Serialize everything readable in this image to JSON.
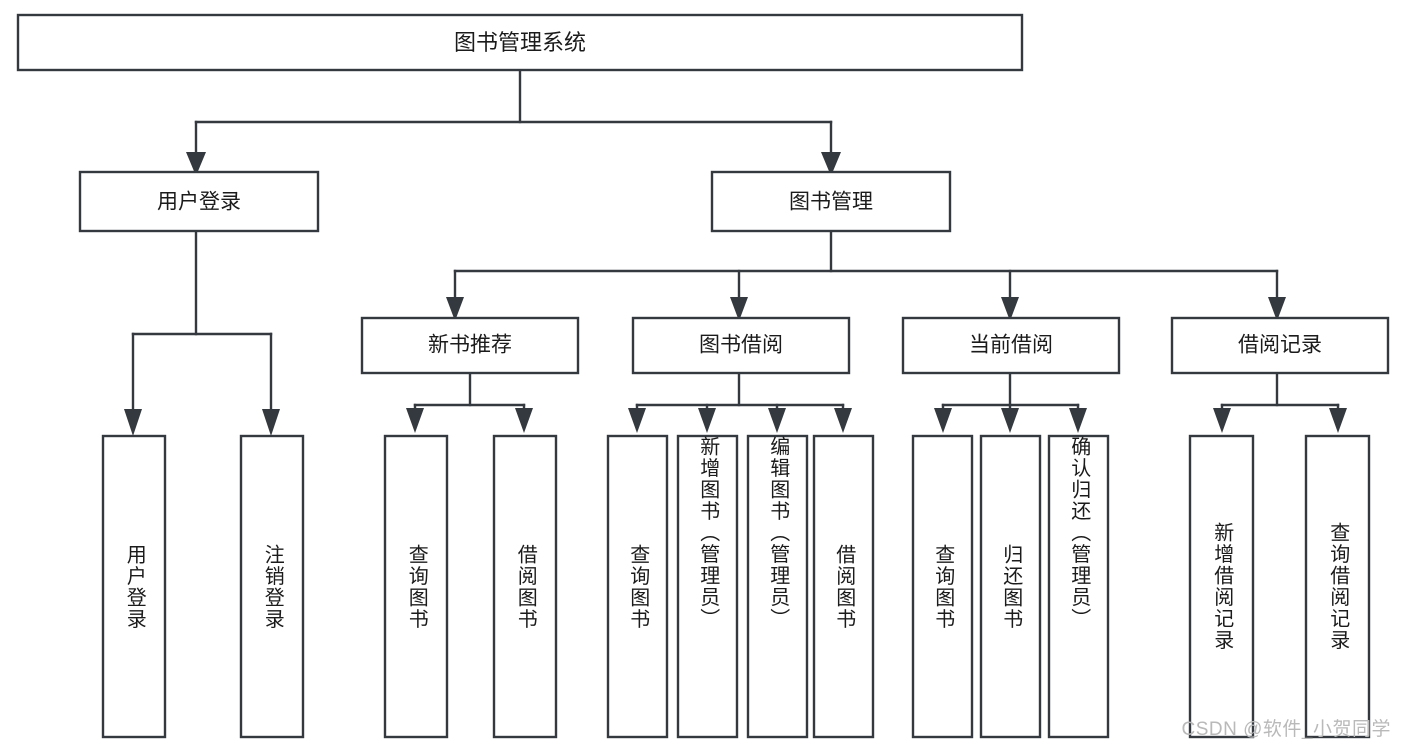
{
  "diagram": {
    "title": "图书管理系统",
    "type": "tree-hierarchy-chart",
    "root": {
      "id": "root",
      "label": "图书管理系统",
      "orientation": "horizontal"
    },
    "level2": [
      {
        "id": "user-login",
        "label": "用户登录",
        "orientation": "horizontal"
      },
      {
        "id": "book-management",
        "label": "图书管理",
        "orientation": "horizontal"
      }
    ],
    "level3": [
      {
        "id": "new-book-recommend",
        "label": "新书推荐",
        "orientation": "horizontal",
        "parent": "book-management"
      },
      {
        "id": "book-borrow",
        "label": "图书借阅",
        "orientation": "horizontal",
        "parent": "book-management"
      },
      {
        "id": "current-borrow",
        "label": "当前借阅",
        "orientation": "horizontal",
        "parent": "book-management"
      },
      {
        "id": "borrow-record",
        "label": "借阅记录",
        "orientation": "horizontal",
        "parent": "book-management"
      }
    ],
    "leaves": {
      "user_login": [
        {
          "id": "leaf-user-login",
          "label": "用户登录",
          "orientation": "vertical"
        },
        {
          "id": "leaf-user-logout",
          "label": "注销登录",
          "orientation": "vertical"
        }
      ],
      "new_book_recommend": [
        {
          "id": "leaf-query-book-1",
          "label": "查询图书",
          "orientation": "vertical"
        },
        {
          "id": "leaf-borrow-book-1",
          "label": "借阅图书",
          "orientation": "vertical"
        }
      ],
      "book_borrow": [
        {
          "id": "leaf-query-book-2",
          "label": "查询图书",
          "orientation": "vertical"
        },
        {
          "id": "leaf-add-book",
          "label": "新增图书（管理员）",
          "orientation": "vertical"
        },
        {
          "id": "leaf-edit-book",
          "label": "编辑图书（管理员）",
          "orientation": "vertical"
        },
        {
          "id": "leaf-borrow-book-2",
          "label": "借阅图书",
          "orientation": "vertical"
        }
      ],
      "current_borrow": [
        {
          "id": "leaf-query-book-3",
          "label": "查询图书",
          "orientation": "vertical"
        },
        {
          "id": "leaf-return-book",
          "label": "归还图书",
          "orientation": "vertical"
        },
        {
          "id": "leaf-confirm-return",
          "label": "确认归还（管理员）",
          "orientation": "vertical"
        }
      ],
      "borrow_record": [
        {
          "id": "leaf-add-borrow-record",
          "label": "新增借阅记录",
          "orientation": "vertical"
        },
        {
          "id": "leaf-query-borrow-record",
          "label": "查询借阅记录",
          "orientation": "vertical"
        }
      ]
    },
    "colors": {
      "background": "#ffffff",
      "box_fill": "#ffffff",
      "box_stroke": "#33393f",
      "text": "#1b1b1b",
      "watermark": "#b9b9b9"
    }
  },
  "watermark": {
    "text": "CSDN @软件_小贺同学"
  }
}
